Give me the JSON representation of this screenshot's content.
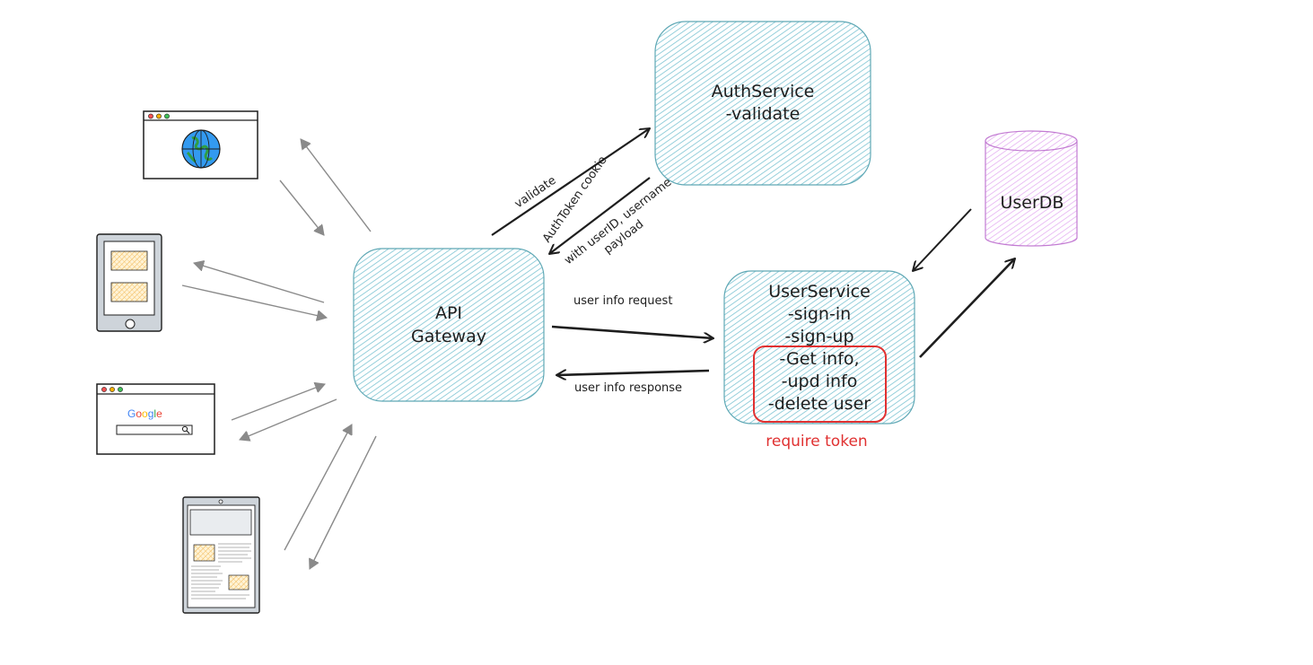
{
  "services": {
    "api_gateway": {
      "lines": [
        "API",
        "Gateway"
      ]
    },
    "auth_service": {
      "lines": [
        "AuthService",
        "-validate"
      ]
    },
    "user_service": {
      "lines": [
        "UserService",
        "-sign-in",
        "-sign-up",
        "-Get info,",
        "-upd info",
        "-delete user"
      ]
    },
    "user_db": {
      "label": "UserDB"
    }
  },
  "edges": {
    "validate": "validate",
    "auth_reply": [
      "AuthToken cookie",
      "with userID, username",
      "payload"
    ],
    "user_info_request": "user info request",
    "user_info_response": "user info response"
  },
  "annotation": {
    "require_token": "require token"
  },
  "clients": {
    "search_brand": [
      "G",
      "o",
      "o",
      "g",
      "l",
      "e"
    ]
  },
  "colors": {
    "service_fill": "#a5d8e0",
    "service_stroke": "#5fa8b5",
    "db_fill": "#eebefa",
    "db_stroke": "#c27bd2",
    "require_token": "#e03131",
    "arrow_dark": "#1e1e1e",
    "arrow_gray": "#8a8a8a"
  }
}
